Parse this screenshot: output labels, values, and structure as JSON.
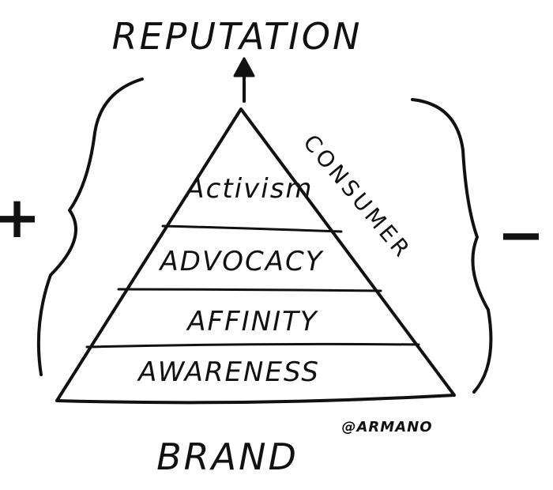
{
  "diagram": {
    "top_label": "REPUTATION",
    "bottom_label": "BRAND",
    "side_label": "CONSUMER",
    "plus_sign": "+",
    "minus_sign": "−",
    "credit": "@ARMANO",
    "layers": [
      {
        "label": "Activism"
      },
      {
        "label": "ADVOCACY"
      },
      {
        "label": "AFFINITY"
      },
      {
        "label": "AWARENESS"
      }
    ]
  },
  "colors": {
    "ink": "#111111",
    "paper": "#ffffff"
  }
}
